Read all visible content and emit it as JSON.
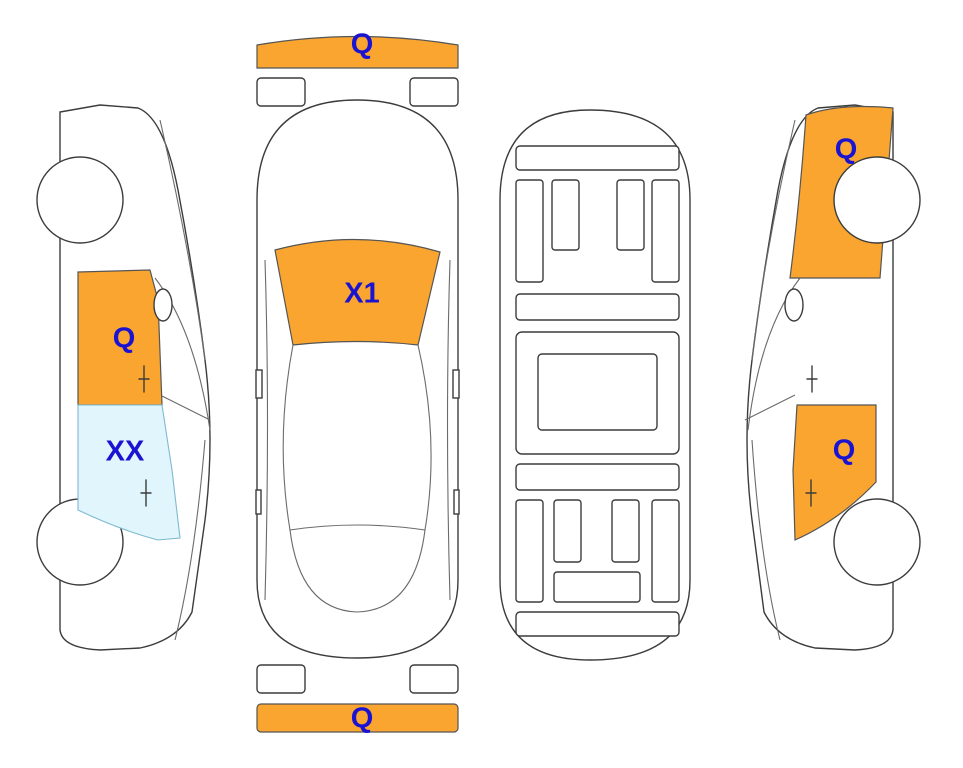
{
  "colors": {
    "damaged": "#f9a52f",
    "light_damage": "#e0f5fc",
    "label_text": "#1a14d2"
  },
  "labels": {
    "front_bumper": "Q",
    "windshield": "X1",
    "rear_bumper": "Q",
    "left_front_door": "Q",
    "left_rear_door": "XX",
    "right_front_fender": "Q",
    "right_rear_door": "Q"
  }
}
